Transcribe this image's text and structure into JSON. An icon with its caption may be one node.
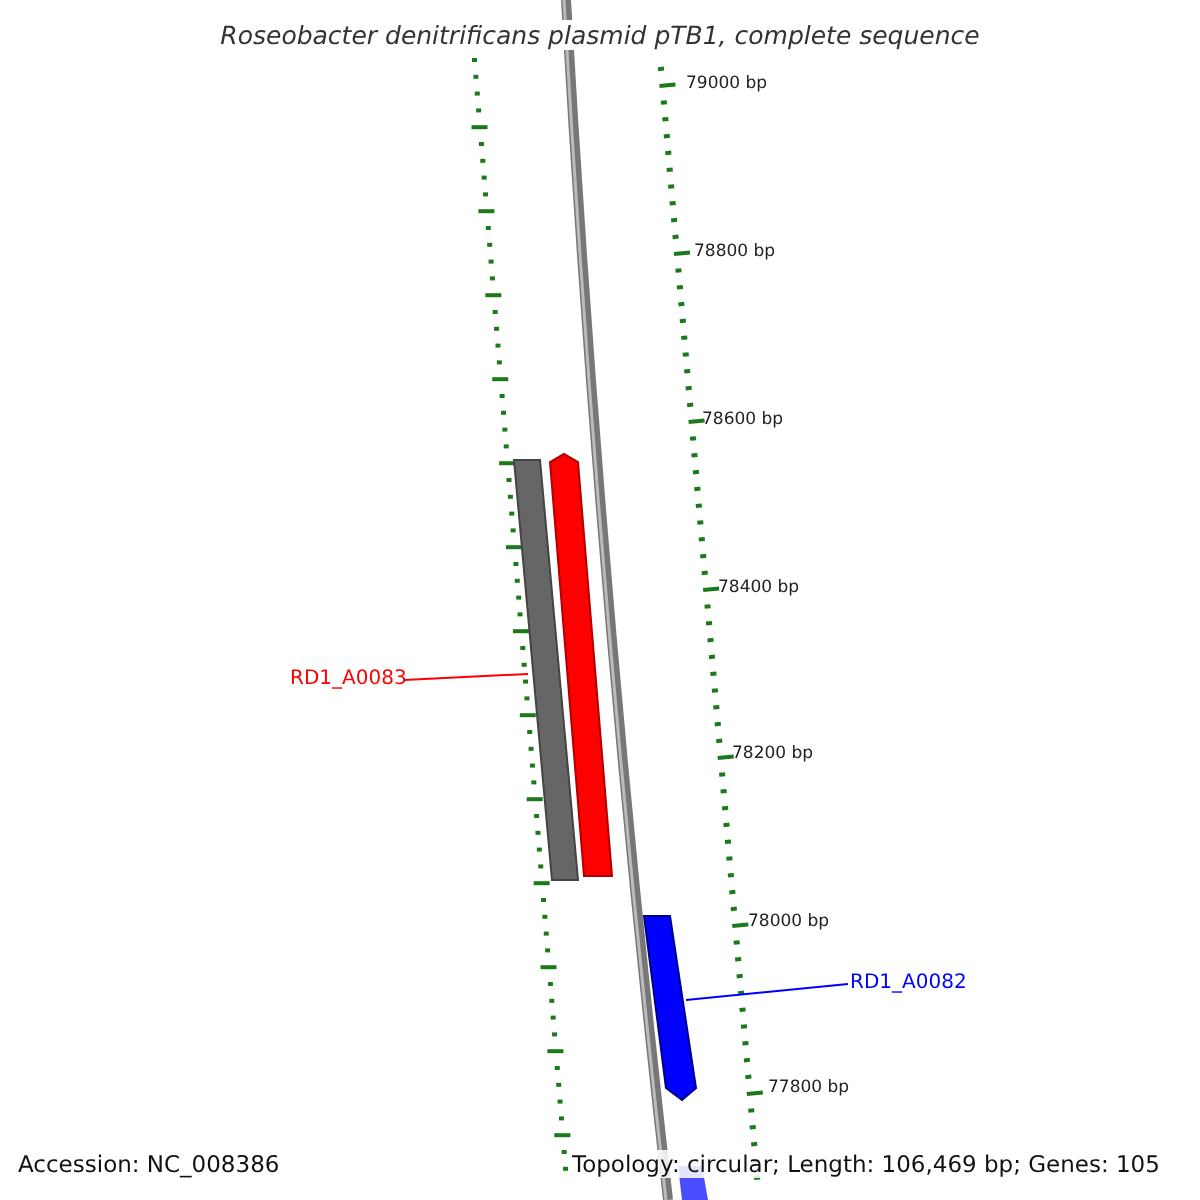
{
  "diagram": {
    "title": "Roseobacter denitrificans plasmid pTB1, complete sequence",
    "nodes": [
      {
        "text": [
          "RD1_A0083"
        ]
      },
      {
        "text": [],
        "shape": "bar"
      },
      {
        "text": [],
        "shape": "bar"
      },
      {
        "text": [
          "RD1_A0082"
        ]
      },
      {
        "text": [],
        "shape": "bar"
      }
    ],
    "edges": [
      {
        "from": 0,
        "to": 1,
        "arrow": "none",
        "color": "#ff0000"
      },
      {
        "from": 3,
        "to": 4,
        "arrow": "none",
        "color": "#0000ff"
      }
    ],
    "labels": [
      "79000 bp",
      "78800 bp",
      "78600 bp",
      "78400 bp",
      "78200 bp",
      "78000 bp",
      "77800 bp",
      "Accession: NC_008386",
      "Topology: circular; Length: 106,469 bp; Genes: 105"
    ]
  }
}
